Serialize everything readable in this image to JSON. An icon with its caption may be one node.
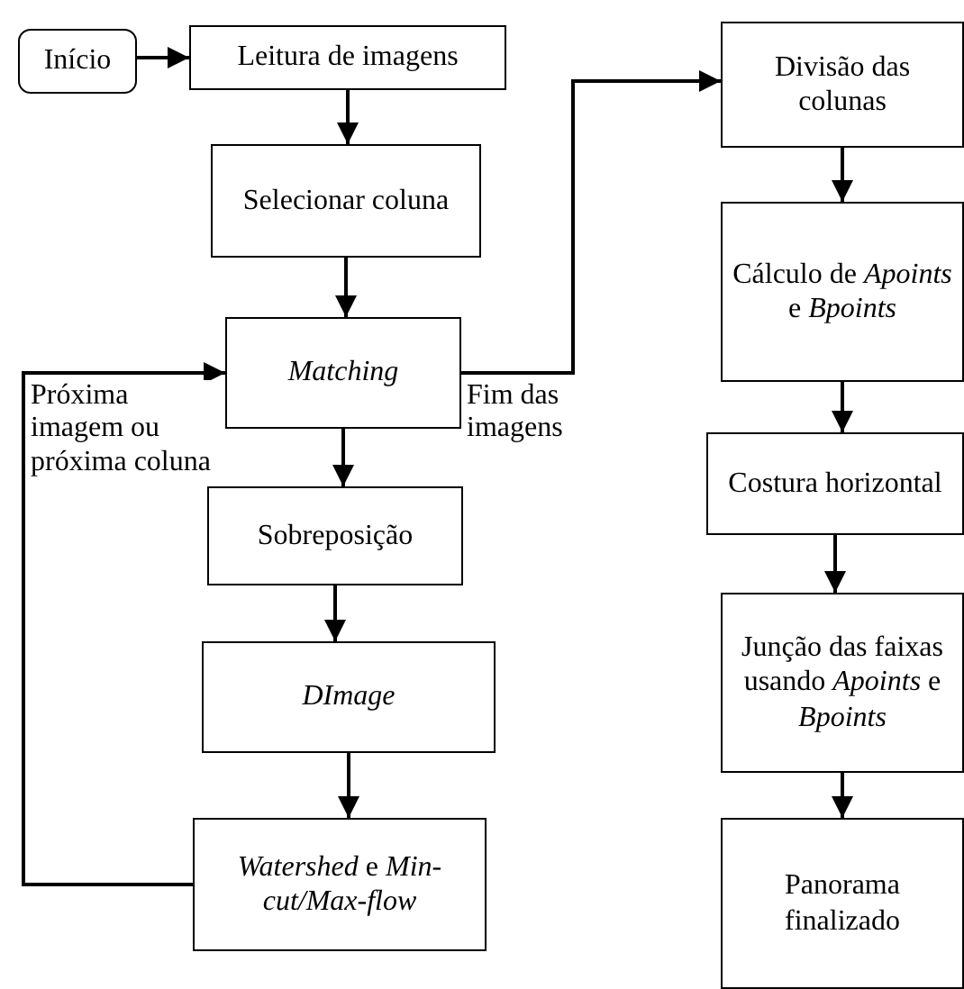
{
  "diagram": {
    "nodes": [
      {
        "text": [
          "Início"
        ]
      },
      {
        "text": [
          "Leitura de imagens"
        ]
      },
      {
        "text": [
          "Selecionar coluna"
        ]
      },
      {
        "text": [
          "Matching"
        ]
      },
      {
        "text": [
          "Sobreposição"
        ]
      },
      {
        "text": [
          "DImage"
        ]
      },
      {
        "text": [
          "*Watershed* e *Min-cut/Max-flow*"
        ]
      },
      {
        "text": [
          "Divisão das colunas"
        ]
      },
      {
        "text": [
          "Cálculo de *Apoints* e *Bpoints*"
        ]
      },
      {
        "text": [
          "Costura horizontal"
        ]
      },
      {
        "text": [
          "Junção das faixas usando *Apoints* e *Bpoints*"
        ]
      },
      {
        "text": [
          "Panorama finalizado"
        ]
      }
    ],
    "edges": [
      {
        "from": 0,
        "to": 1,
        "arrow": "to"
      },
      {
        "from": 1,
        "to": 2,
        "arrow": "to"
      },
      {
        "from": 2,
        "to": 3,
        "arrow": "to"
      },
      {
        "from": 3,
        "to": 4,
        "arrow": "to"
      },
      {
        "from": 4,
        "to": 5,
        "arrow": "to"
      },
      {
        "from": 5,
        "to": 6,
        "arrow": "to"
      },
      {
        "from": 6,
        "to": 3,
        "arrow": "to",
        "label": "Próxima imagem ou próxima coluna"
      },
      {
        "from": 3,
        "to": 7,
        "arrow": "to",
        "label": "Fim das imagens"
      },
      {
        "from": 7,
        "to": 8,
        "arrow": "to"
      },
      {
        "from": 8,
        "to": 9,
        "arrow": "to"
      },
      {
        "from": 9,
        "to": 10,
        "arrow": "to"
      },
      {
        "from": 10,
        "to": 11,
        "arrow": "to"
      }
    ]
  }
}
